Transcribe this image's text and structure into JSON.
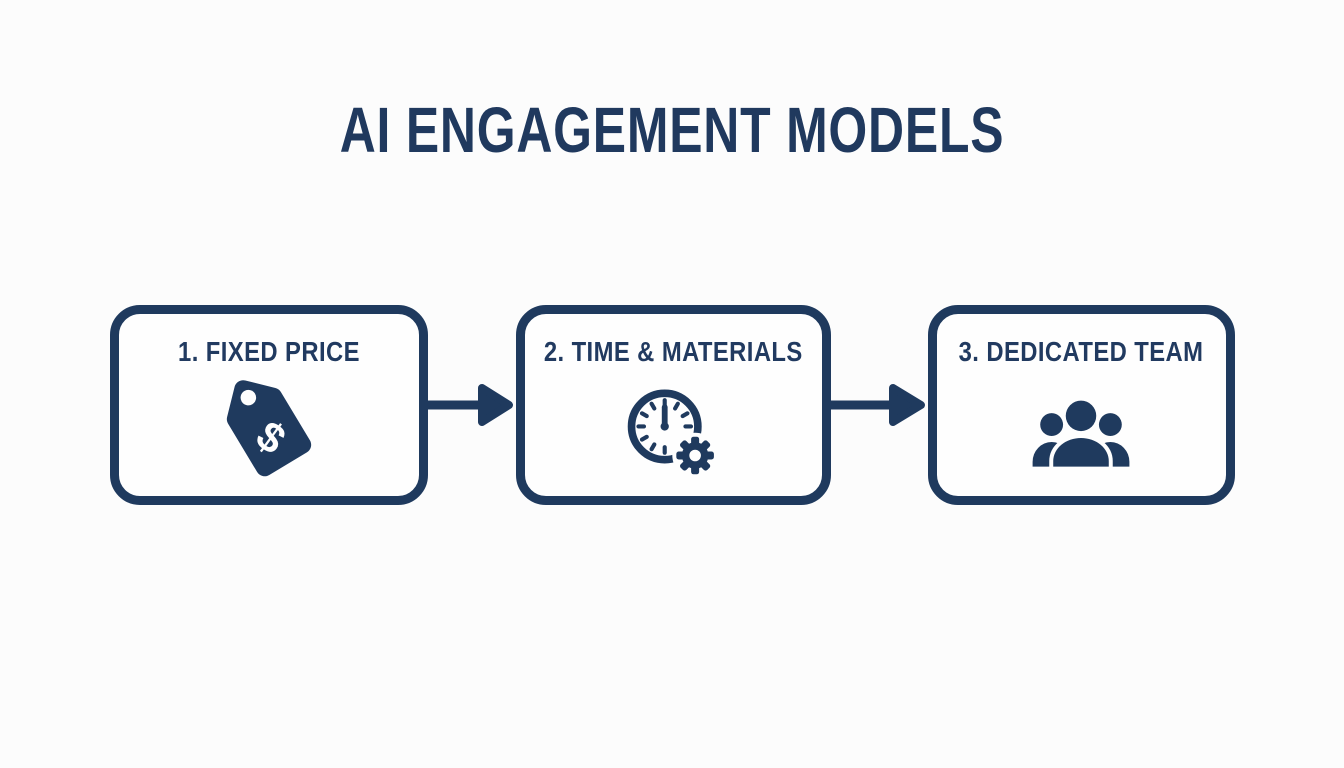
{
  "title": "AI ENGAGEMENT MODELS",
  "colors": {
    "navy": "#1f3a5e",
    "background": "#fcfcfc",
    "box_fill": "#fefefe"
  },
  "icons": {
    "dollar_glyph": "$"
  },
  "diagram": {
    "boxes": [
      {
        "label": "1. FIXED PRICE",
        "icon": "price-tag-icon"
      },
      {
        "label": "2. TIME & MATERIALS",
        "icon": "clock-gear-icon"
      },
      {
        "label": "3. DEDICATED TEAM",
        "icon": "team-icon"
      }
    ],
    "connectors": [
      {
        "type": "arrow-right"
      },
      {
        "type": "arrow-right"
      }
    ]
  }
}
